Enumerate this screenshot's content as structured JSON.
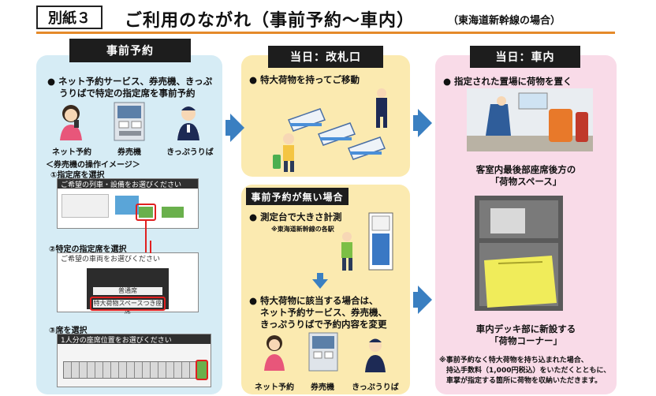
{
  "header": {
    "tag": "別紙３",
    "title": "ご利用のながれ（事前予約～車内）",
    "subtitle": "（東海道新幹線の場合）"
  },
  "advance": {
    "heading": "事前予約",
    "bullet_line1": "●  ネット予約サービス、券売機、きっぷ",
    "bullet_line2": "うりばで特定の指定席を事前予約",
    "icon_labels": [
      "ネット予約",
      "券売機",
      "きっぷうりば"
    ],
    "operation_title": "＜券売機の操作イメージ＞",
    "steps": [
      "①指定席を選択",
      "②特定の指定席を選択",
      "③席を選択"
    ],
    "screen1_bar": "ご希望の列車・設備をお選びください",
    "screen2_bar": "ご希望の車両をお選びください",
    "screen2_option1": "普通席",
    "screen2_option2": "特大荷物スペースつき座席",
    "screen3_bar": "1人分の座席位置をお選びください"
  },
  "gate": {
    "heading": "当日：改札口",
    "bullet": "●  特大荷物を持ってご移動"
  },
  "no_reservation": {
    "heading": "事前予約が無い場合",
    "bullet1": "●  測定台で大きさ計測",
    "bullet1_note": "※東海道新幹線の各駅",
    "bullet2_line1": "●  特大荷物に該当する場合は、",
    "bullet2_line2": "ネット予約サービス、券売機、",
    "bullet2_line3": "きっぷうりばで予約内容を変更",
    "icon_labels": [
      "ネット予約",
      "券売機",
      "きっぷうりば"
    ]
  },
  "onboard": {
    "heading": "当日：車内",
    "bullet": "●  指定された置場に荷物を置く",
    "caption1_line1": "客室内最後部座席後方の",
    "caption1_line2": "「荷物スペース」",
    "caption2_line1": "車内デッキ部に新設する",
    "caption2_line2": "「荷物コーナー」",
    "note_line1": "※事前予約なく特大荷物を持ち込まれた場合、",
    "note_line2": "持込手数料（1,000円税込）をいただくとともに、",
    "note_line3": "車掌が指定する箇所に荷物を収納いただきます。"
  },
  "colors": {
    "accent_rule": "#e58a2a",
    "arrow": "#3a7fc1",
    "advance_panel": "#d6ecf5",
    "gate_panel": "#fbeab0",
    "onboard_panel": "#f9dbe8",
    "highlight": "#e02020"
  }
}
